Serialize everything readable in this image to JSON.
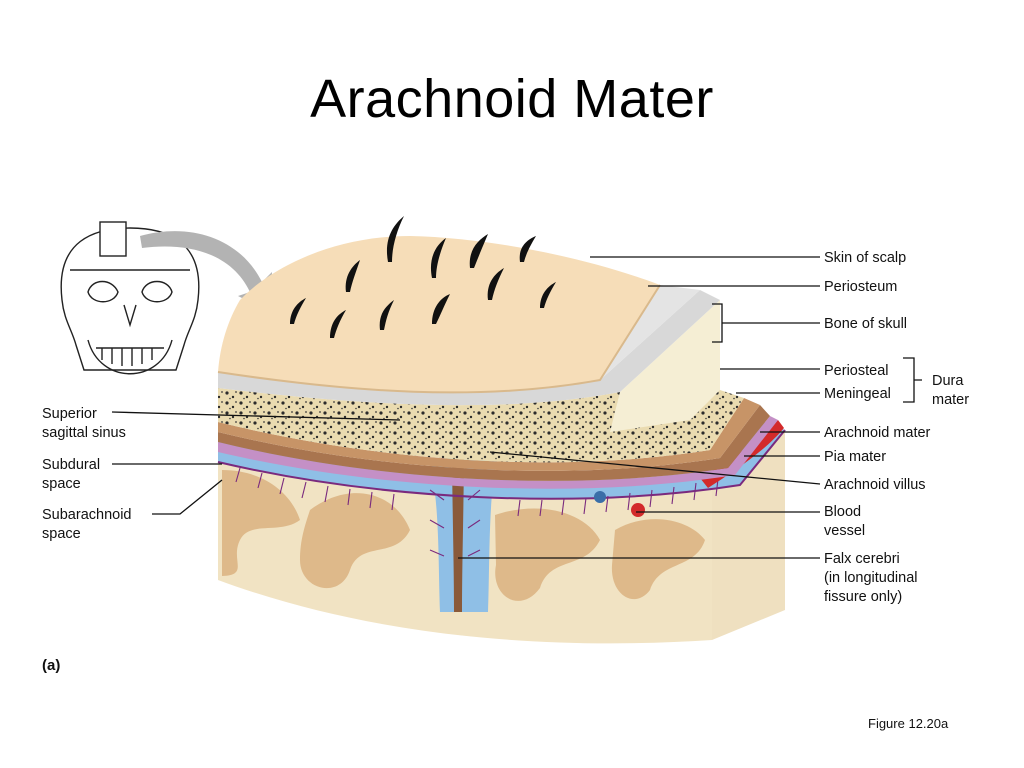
{
  "slide": {
    "title": "Arachnoid Mater",
    "figure_caption": "Figure 12.20a",
    "panel_label": "(a)"
  },
  "labels_right": {
    "skin_of_scalp": "Skin of scalp",
    "periosteum": "Periosteum",
    "bone_of_skull": "Bone of skull",
    "periosteal": "Periosteal",
    "meningeal": "Meningeal",
    "dura_line1": "Dura",
    "dura_line2": "mater",
    "arachnoid_mater": "Arachnoid mater",
    "pia_mater": "Pia mater",
    "arachnoid_villus": "Arachnoid villus",
    "blood_vessel_line1": "Blood",
    "blood_vessel_line2": "vessel",
    "falx_line1": "Falx cerebri",
    "falx_line2": "(in longitudinal",
    "falx_line3": "fissure only)"
  },
  "labels_left": {
    "superior_line1": "Superior",
    "superior_line2": "sagittal sinus",
    "subdural_line1": "Subdural",
    "subdural_line2": "space",
    "subarachnoid_line1": "Subarachnoid",
    "subarachnoid_line2": "space"
  },
  "colors": {
    "scalp": "#f6ddb8",
    "periosteum": "#d8d8d8",
    "bone": "#eadbb0",
    "dura": "#a9754f",
    "arachnoid": "#c490c6",
    "csf": "#8fbfe6",
    "brain": "#f1e3c3",
    "gyri": "#deb98a",
    "vessel": "#d32a2a"
  }
}
